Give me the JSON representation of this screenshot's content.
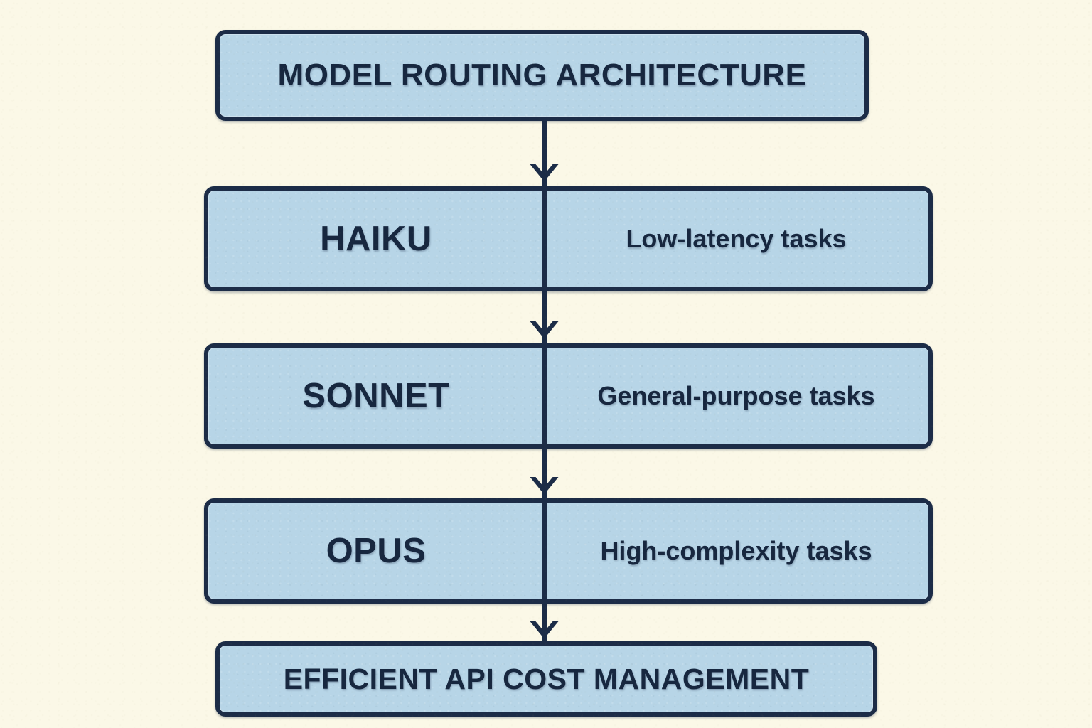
{
  "canvas": {
    "background_color": "#fbf8e7",
    "box_fill_color": "#b7d5e7",
    "line_color": "#1c2c47",
    "text_color": "#17273f"
  },
  "title_node": {
    "label": "MODEL ROUTING ARCHITECTURE"
  },
  "tiers": [
    {
      "name": "HAIKU",
      "description": "Low-latency tasks"
    },
    {
      "name": "SONNET",
      "description": "General-purpose tasks"
    },
    {
      "name": "OPUS",
      "description": "High-complexity tasks"
    }
  ],
  "outcome_node": {
    "label": "EFFICIENT API COST MANAGEMENT"
  },
  "connectors": [
    {
      "from": "title_node",
      "to": "haiku",
      "arrow": "down-arrow-icon"
    },
    {
      "from": "haiku",
      "to": "sonnet",
      "arrow": "down-arrow-icon"
    },
    {
      "from": "sonnet",
      "to": "opus",
      "arrow": "down-arrow-icon"
    },
    {
      "from": "opus",
      "to": "outcome",
      "arrow": "down-arrow-icon"
    }
  ]
}
